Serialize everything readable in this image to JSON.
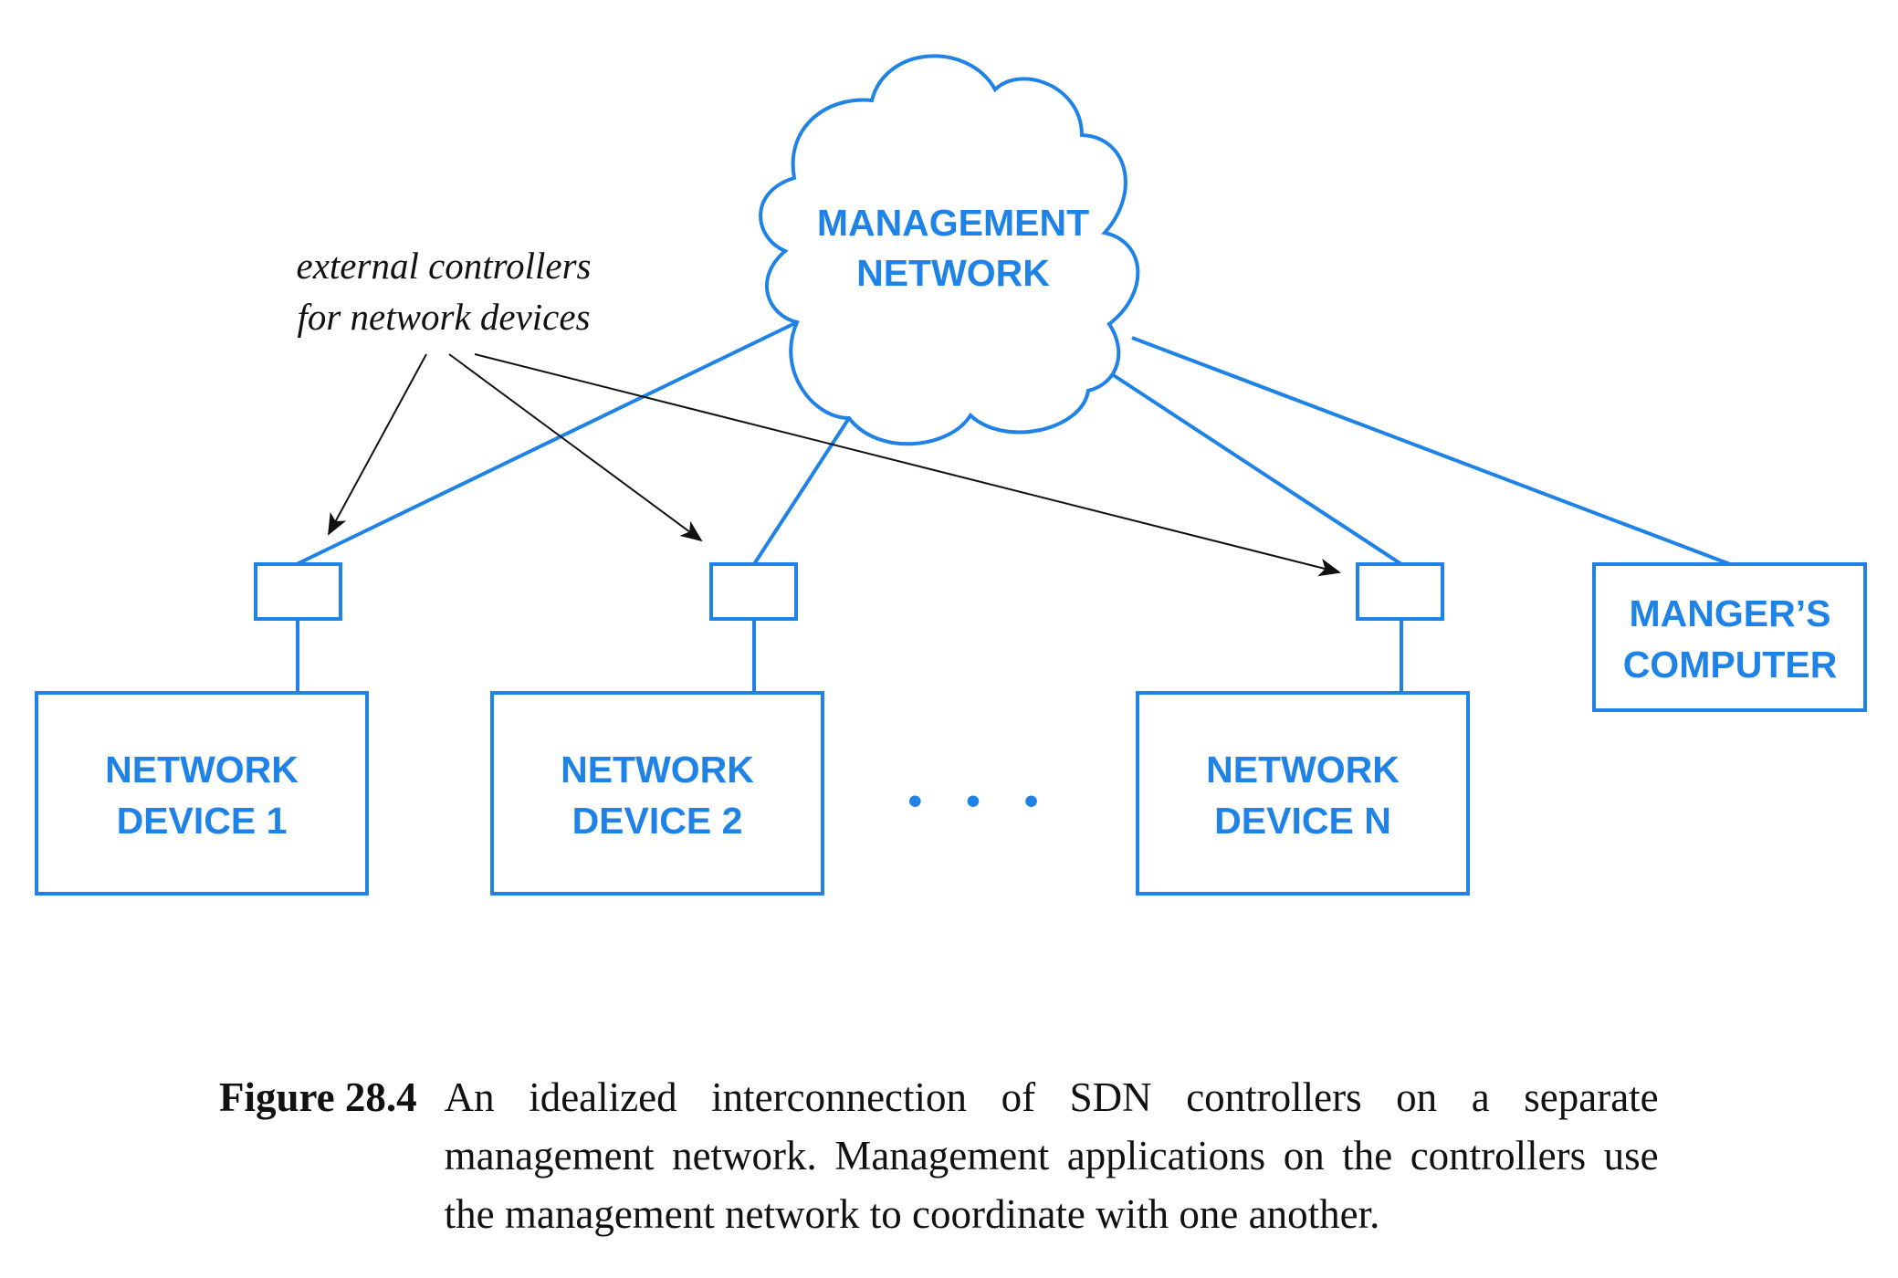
{
  "colors": {
    "diagram": "#1e82e6",
    "annotation": "#111111",
    "background": "#ffffff"
  },
  "cloud": {
    "line1": "MANAGEMENT",
    "line2": "NETWORK"
  },
  "annotation": {
    "line1": "external controllers",
    "line2": "for network devices"
  },
  "devices": [
    {
      "line1": "NETWORK",
      "line2": "DEVICE 1"
    },
    {
      "line1": "NETWORK",
      "line2": "DEVICE 2"
    },
    {
      "line1": "NETWORK",
      "line2": "DEVICE N"
    }
  ],
  "ellipsis": "• • •",
  "manager": {
    "line1": "MANGER’S",
    "line2": "COMPUTER"
  },
  "caption": {
    "label": "Figure 28.4",
    "text": "An idealized interconnection of SDN controllers on a separate management network. Management applications on the controllers use the management network to coordinate with one another."
  }
}
